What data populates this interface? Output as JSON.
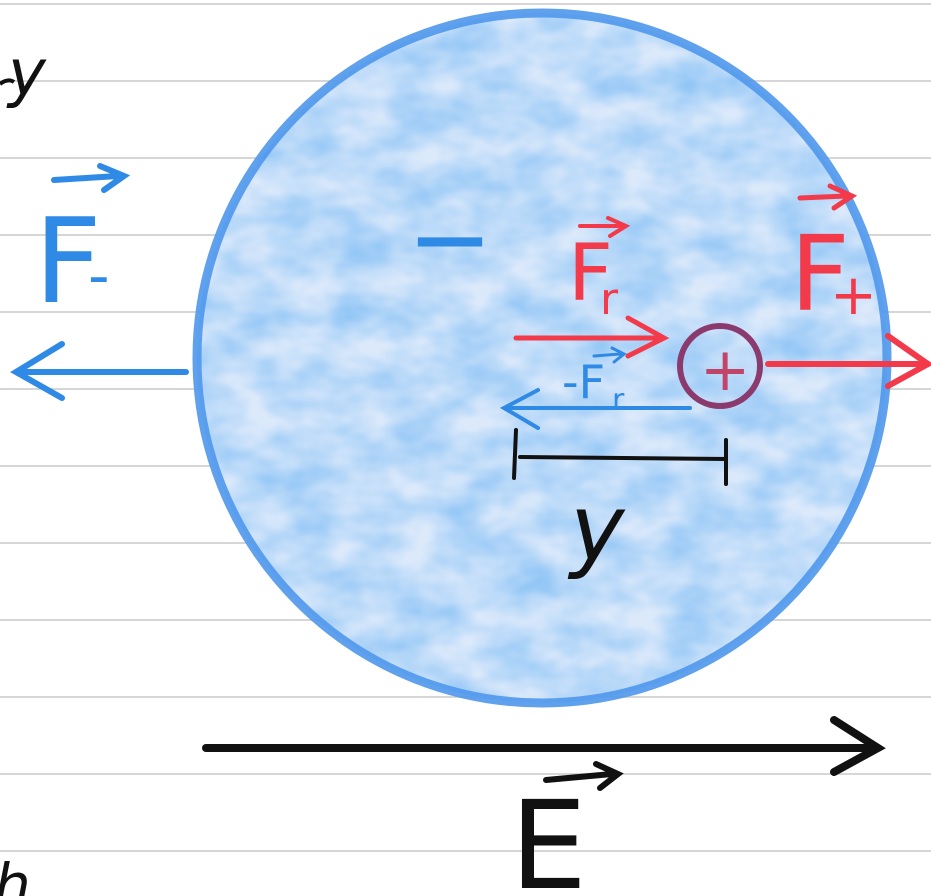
{
  "labels": {
    "corner_top": "y",
    "electron_force": "F",
    "electron_force_subscript": "-",
    "negative_sign": "—",
    "restoring_force": "F",
    "restoring_force_subscript": "r",
    "proton_force": "F",
    "proton_force_subscript": "+",
    "proton_symbol": "+",
    "neg_restoring_force": "-F",
    "neg_restoring_force_subscript": "r",
    "displacement": "y",
    "field": "E",
    "corner_bottom": "h"
  },
  "colors": {
    "blue": "#2f8ae6",
    "sphere_fill": "#6aaaf0",
    "red": "#f23a4a",
    "ink": "#111111",
    "charge_ring": "#8b3a6e",
    "ruled_line": "#c9c9c9"
  }
}
